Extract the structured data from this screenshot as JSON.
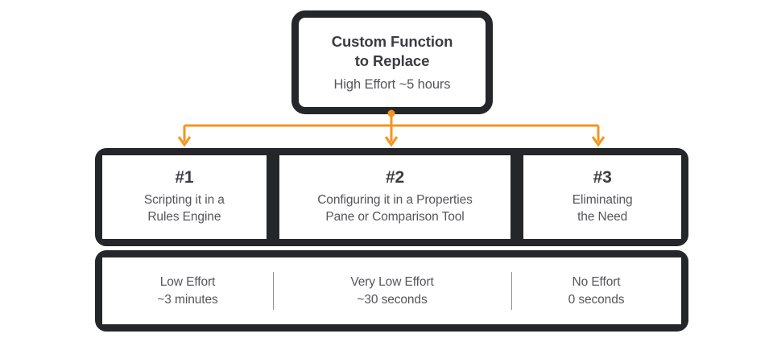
{
  "diagram": {
    "type": "flowchart",
    "accent_color": "#F5951F",
    "frame_color": "#25262A",
    "text_color": "#55565A",
    "background": "#FFFFFF",
    "root": {
      "title_line1": "Custom Function",
      "title_line2": "to Replace",
      "subtitle": "High Effort ~5 hours"
    },
    "options": [
      {
        "number": "#1",
        "desc_line1": "Scripting it in a",
        "desc_line2": "Rules Engine",
        "effort_label": "Low Effort",
        "effort_time": "~3 minutes"
      },
      {
        "number": "#2",
        "desc_line1": "Configuring it in a Properties",
        "desc_line2": "Pane or Comparison Tool",
        "effort_label": "Very Low Effort",
        "effort_time": "~30 seconds"
      },
      {
        "number": "#3",
        "desc_line1": "Eliminating",
        "desc_line2": "the Need",
        "effort_label": "No Effort",
        "effort_time": "0 seconds"
      }
    ]
  }
}
